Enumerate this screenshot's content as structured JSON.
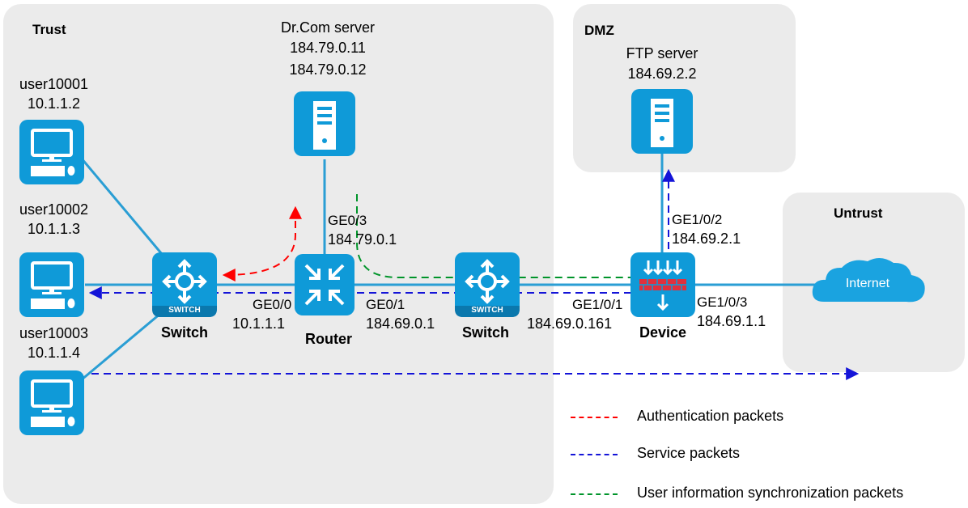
{
  "colors": {
    "zone_bg": "#ebebeb",
    "device_blue": "#0f9ad8",
    "link_blue": "#2a9ed4",
    "auth": "#ff0000",
    "service": "#1414d8",
    "sync": "#00942a",
    "firewall_red": "#e0303d"
  },
  "zones": {
    "trust": "Trust",
    "dmz": "DMZ",
    "untrust": "Untrust"
  },
  "nodes": {
    "user1": {
      "name": "user10001",
      "ip": "10.1.1.2",
      "icon": "pc-icon"
    },
    "user2": {
      "name": "user10002",
      "ip": "10.1.1.3",
      "icon": "pc-icon"
    },
    "user3": {
      "name": "user10003",
      "ip": "10.1.1.4",
      "icon": "pc-icon"
    },
    "drcom": {
      "name": "Dr.Com server",
      "ip1": "184.79.0.11",
      "ip2": "184.79.0.12",
      "icon": "server-icon"
    },
    "ftp": {
      "name": "FTP server",
      "ip": "184.69.2.2",
      "icon": "server-icon"
    },
    "switch1": {
      "name": "Switch",
      "badge": "SWITCH",
      "icon": "switch-icon"
    },
    "router": {
      "name": "Router",
      "icon": "router-icon"
    },
    "switch2": {
      "name": "Switch",
      "badge": "SWITCH",
      "icon": "switch-icon"
    },
    "device": {
      "name": "Device",
      "icon": "firewall-icon"
    },
    "internet": {
      "name": "Internet",
      "icon": "cloud-icon"
    }
  },
  "interfaces": {
    "router_ge00": {
      "name": "GE0/0",
      "ip": "10.1.1.1"
    },
    "router_ge01": {
      "name": "GE0/1",
      "ip": "184.69.0.1"
    },
    "router_ge03": {
      "name": "GE0/3",
      "ip": "184.79.0.1"
    },
    "device_ge101": {
      "name": "GE1/0/1",
      "ip": "184.69.0.161"
    },
    "device_ge102": {
      "name": "GE1/0/2",
      "ip": "184.69.2.1"
    },
    "device_ge103": {
      "name": "GE1/0/3",
      "ip": "184.69.1.1"
    }
  },
  "legend": [
    {
      "label": "Authentication packets",
      "color": "#ff0000"
    },
    {
      "label": "Service packets",
      "color": "#1414d8"
    },
    {
      "label": "User information synchronization packets",
      "color": "#00942a"
    }
  ]
}
